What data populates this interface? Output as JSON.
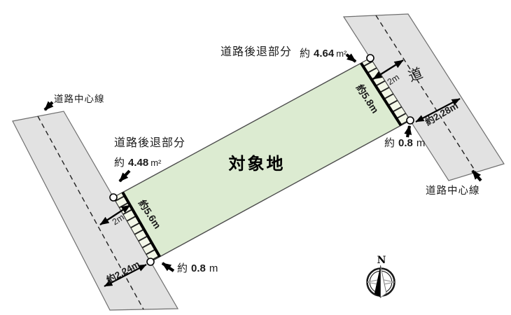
{
  "labels": {
    "target_site": "対象地",
    "road": "道",
    "north": "N",
    "road_center_line_top_left": "道路中心線",
    "road_center_line_bottom_right": "道路中心線",
    "setback_title_top": "道路後退部分",
    "setback_title_left": "道路後退部分"
  },
  "measurements": {
    "setback_area_top": {
      "prefix": "約",
      "value": "4.64",
      "unit": "m²"
    },
    "setback_area_left": {
      "prefix": "約",
      "value": "4.48",
      "unit": "m²"
    },
    "frontage_right": "約5.8m",
    "frontage_left": "約5.6m",
    "setback_depth_right": {
      "prefix": "約",
      "value": "0.8",
      "unit": "m"
    },
    "setback_depth_left": {
      "prefix": "約",
      "value": "0.8",
      "unit": "m"
    },
    "center_offset_right": "2m",
    "center_offset_left": "2m",
    "road_width_right": "約2.28m",
    "road_width_left": "約2.24m"
  },
  "colors": {
    "road_fill": "#e2e2e2",
    "road_edge": "#6f6f6f",
    "plot_fill": "#dcebd1",
    "plot_edge": "#4c4c4c",
    "hatch_bg": "#f3f7e8",
    "line": "#000000"
  }
}
